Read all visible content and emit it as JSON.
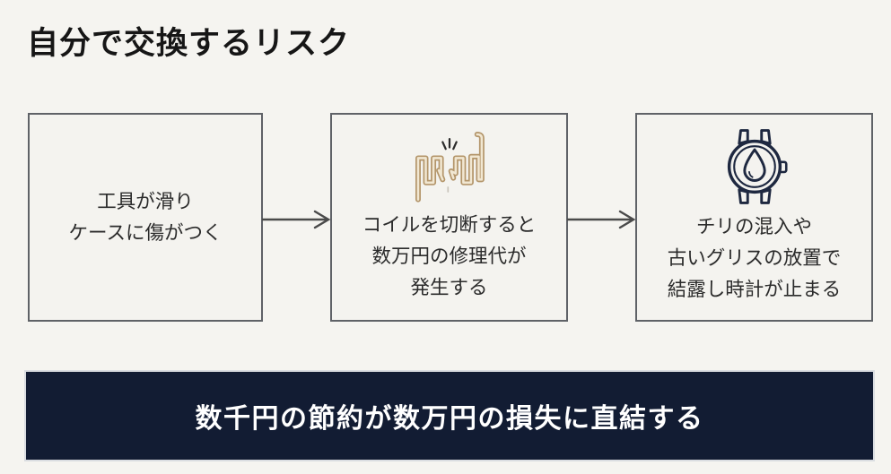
{
  "page": {
    "background": "#f5f4f0"
  },
  "title": "自分で交換するリスク",
  "flow": {
    "steps": [
      {
        "id": "step-1",
        "icon": null,
        "lines": [
          "工具が滑り",
          "ケースに傷がつく"
        ]
      },
      {
        "id": "step-2",
        "icon": "broken-coil-icon",
        "lines": [
          "コイルを切断すると",
          "数万円の修理代が",
          "発生する"
        ]
      },
      {
        "id": "step-3",
        "icon": "watch-moisture-icon",
        "lines": [
          "チリの混入や",
          "古いグリスの放置で",
          "結露し時計が止まる"
        ]
      }
    ],
    "connector": "arrow-right"
  },
  "banner": {
    "text": "数千円の節約が数万円の損失に直結する",
    "background": "#121c33",
    "text_color": "#ffffff"
  },
  "colors": {
    "box_border": "#5f6267",
    "arrow": "#4a4a4a",
    "coil_gold": "#b3956a",
    "coil_fill": "#f1e7d2",
    "spark_dark": "#2b2b2b",
    "watch_navy": "#1e2840",
    "text": "#2b2b2b",
    "title_text": "#161616"
  }
}
